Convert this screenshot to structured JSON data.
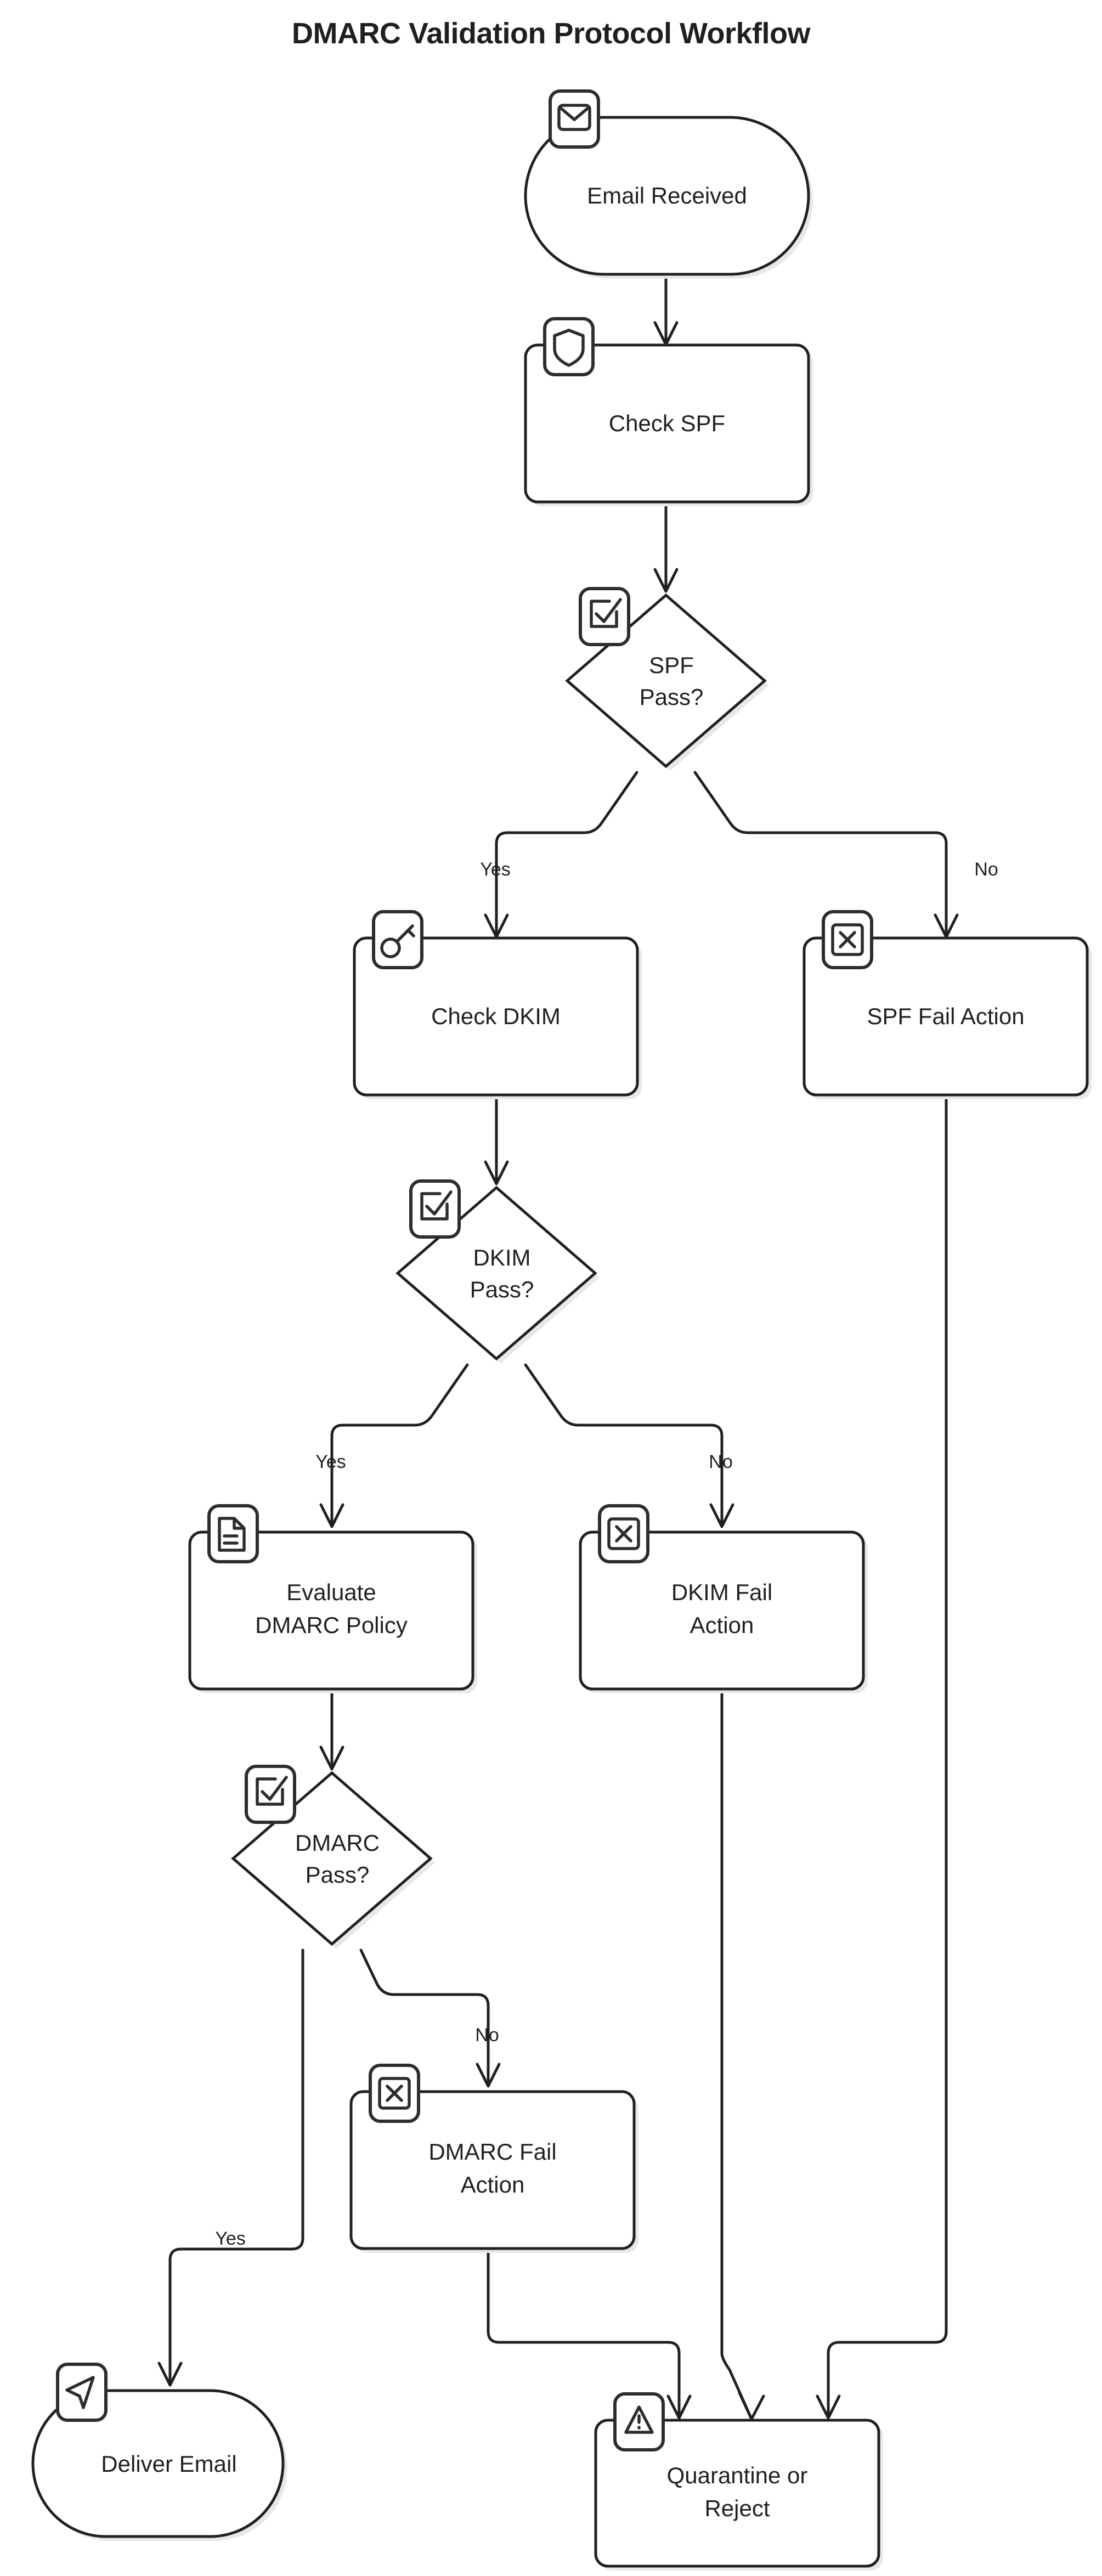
{
  "title": "DMARC Validation Protocol Workflow",
  "colors": {
    "stroke": "#1f2020",
    "badge_stroke": "#2b2d2e",
    "node_fill": "#ffffff",
    "shadow": "#e8e8e8",
    "background": "#ffffff"
  },
  "chart_data": {
    "type": "diagram",
    "diagram_kind": "flowchart",
    "direction": "top-down",
    "title": "DMARC Validation Protocol Workflow",
    "nodes": [
      {
        "id": "email_received",
        "label": "Email Received",
        "shape": "stadium",
        "icon": "envelope-icon"
      },
      {
        "id": "check_spf",
        "label": "Check SPF",
        "shape": "rounded-rect",
        "icon": "shield-icon"
      },
      {
        "id": "spf_pass",
        "label": "SPF Pass?",
        "shape": "diamond",
        "icon": "checkbox-check-icon"
      },
      {
        "id": "check_dkim",
        "label": "Check DKIM",
        "shape": "rounded-rect",
        "icon": "key-icon"
      },
      {
        "id": "spf_fail_action",
        "label": "SPF Fail Action",
        "shape": "rounded-rect",
        "icon": "x-box-icon"
      },
      {
        "id": "dkim_pass",
        "label": "DKIM Pass?",
        "shape": "diamond",
        "icon": "checkbox-check-icon"
      },
      {
        "id": "evaluate_dmarc",
        "label": "Evaluate DMARC Policy",
        "shape": "rounded-rect",
        "icon": "document-icon"
      },
      {
        "id": "dkim_fail_action",
        "label": "DKIM Fail Action",
        "shape": "rounded-rect",
        "icon": "x-box-icon"
      },
      {
        "id": "dmarc_pass",
        "label": "DMARC Pass?",
        "shape": "diamond",
        "icon": "checkbox-check-icon"
      },
      {
        "id": "dmarc_fail_action",
        "label": "DMARC Fail Action",
        "shape": "rounded-rect",
        "icon": "x-box-icon"
      },
      {
        "id": "deliver_email",
        "label": "Deliver Email",
        "shape": "stadium",
        "icon": "send-icon"
      },
      {
        "id": "quarantine",
        "label": "Quarantine or Reject",
        "shape": "rounded-rect",
        "icon": "warning-triangle-icon"
      }
    ],
    "edges": [
      {
        "from": "email_received",
        "to": "check_spf",
        "label": ""
      },
      {
        "from": "check_spf",
        "to": "spf_pass",
        "label": ""
      },
      {
        "from": "spf_pass",
        "to": "check_dkim",
        "label": "Yes"
      },
      {
        "from": "spf_pass",
        "to": "spf_fail_action",
        "label": "No"
      },
      {
        "from": "check_dkim",
        "to": "dkim_pass",
        "label": ""
      },
      {
        "from": "dkim_pass",
        "to": "evaluate_dmarc",
        "label": "Yes"
      },
      {
        "from": "dkim_pass",
        "to": "dkim_fail_action",
        "label": "No"
      },
      {
        "from": "evaluate_dmarc",
        "to": "dmarc_pass",
        "label": ""
      },
      {
        "from": "dmarc_pass",
        "to": "deliver_email",
        "label": "Yes"
      },
      {
        "from": "dmarc_pass",
        "to": "dmarc_fail_action",
        "label": "No"
      },
      {
        "from": "dmarc_fail_action",
        "to": "quarantine",
        "label": ""
      },
      {
        "from": "dkim_fail_action",
        "to": "quarantine",
        "label": ""
      },
      {
        "from": "spf_fail_action",
        "to": "quarantine",
        "label": ""
      }
    ]
  },
  "nodes": {
    "email_received": {
      "label": "Email Received",
      "line1": "Email Received",
      "line2": ""
    },
    "check_spf": {
      "label": "Check SPF",
      "line1": "Check SPF",
      "line2": ""
    },
    "spf_pass": {
      "label": "SPF Pass?",
      "line1": "SPF",
      "line2": "Pass?"
    },
    "check_dkim": {
      "label": "Check DKIM",
      "line1": "Check DKIM",
      "line2": ""
    },
    "spf_fail_action": {
      "label": "SPF Fail Action",
      "line1": "SPF Fail Action",
      "line2": ""
    },
    "dkim_pass": {
      "label": "DKIM Pass?",
      "line1": "DKIM",
      "line2": "Pass?"
    },
    "evaluate_dmarc": {
      "label": "Evaluate DMARC Policy",
      "line1": "Evaluate",
      "line2": "DMARC Policy"
    },
    "dkim_fail_action": {
      "label": "DKIM Fail Action",
      "line1": "DKIM Fail",
      "line2": "Action"
    },
    "dmarc_pass": {
      "label": "DMARC Pass?",
      "line1": "DMARC",
      "line2": "Pass?"
    },
    "dmarc_fail_action": {
      "label": "DMARC Fail Action",
      "line1": "DMARC Fail",
      "line2": "Action"
    },
    "deliver_email": {
      "label": "Deliver Email",
      "line1": "Deliver Email",
      "line2": ""
    },
    "quarantine": {
      "label": "Quarantine or Reject",
      "line1": "Quarantine or",
      "line2": "Reject"
    }
  },
  "edge_labels": {
    "spf_yes": "Yes",
    "spf_no": "No",
    "dkim_yes": "Yes",
    "dkim_no": "No",
    "dmarc_yes": "Yes",
    "dmarc_no": "No"
  }
}
